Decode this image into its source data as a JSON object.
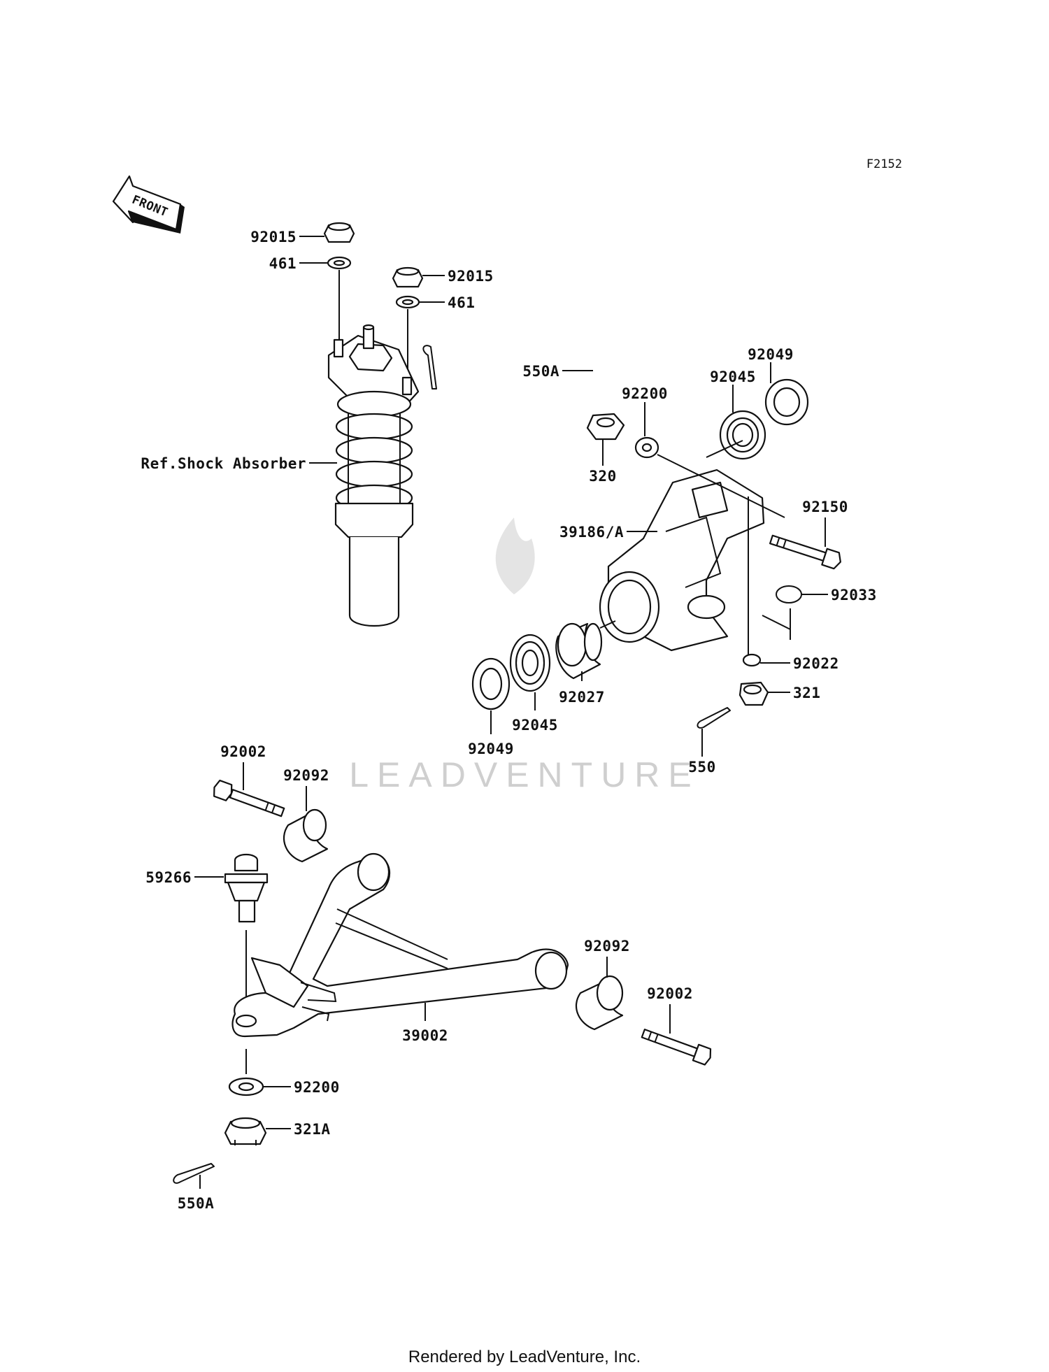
{
  "diagram_code": "F2152",
  "footer": "Rendered by LeadVenture, Inc.",
  "watermark": "LEADVENTURE",
  "front_label": "FRONT",
  "parts": [
    {
      "id": "p-92015-a",
      "label": "92015",
      "anchor": "end"
    },
    {
      "id": "p-461-a",
      "label": "461",
      "anchor": "end"
    },
    {
      "id": "p-92015-b",
      "label": "92015",
      "anchor": "start"
    },
    {
      "id": "p-461-b",
      "label": "461",
      "anchor": "start"
    },
    {
      "id": "p-ref-shock",
      "label": "Ref.Shock Absorber",
      "anchor": "end"
    },
    {
      "id": "p-550a-a",
      "label": "550A",
      "anchor": "end"
    },
    {
      "id": "p-92200-a",
      "label": "92200",
      "anchor": "middle"
    },
    {
      "id": "p-92045-a",
      "label": "92045",
      "anchor": "middle"
    },
    {
      "id": "p-92049-a",
      "label": "92049",
      "anchor": "middle"
    },
    {
      "id": "p-320",
      "label": "320",
      "anchor": "middle"
    },
    {
      "id": "p-92150",
      "label": "92150",
      "anchor": "middle"
    },
    {
      "id": "p-39186a",
      "label": "39186/A",
      "anchor": "end"
    },
    {
      "id": "p-92033",
      "label": "92033",
      "anchor": "start"
    },
    {
      "id": "p-92022",
      "label": "92022",
      "anchor": "start"
    },
    {
      "id": "p-321",
      "label": "321",
      "anchor": "start"
    },
    {
      "id": "p-92027",
      "label": "92027",
      "anchor": "middle"
    },
    {
      "id": "p-92045-b",
      "label": "92045",
      "anchor": "middle"
    },
    {
      "id": "p-92049-b",
      "label": "92049",
      "anchor": "middle"
    },
    {
      "id": "p-550",
      "label": "550",
      "anchor": "middle"
    },
    {
      "id": "p-92002-a",
      "label": "92002",
      "anchor": "middle"
    },
    {
      "id": "p-92092-a",
      "label": "92092",
      "anchor": "middle"
    },
    {
      "id": "p-59266",
      "label": "59266",
      "anchor": "end"
    },
    {
      "id": "p-92092-b",
      "label": "92092",
      "anchor": "middle"
    },
    {
      "id": "p-92002-b",
      "label": "92002",
      "anchor": "middle"
    },
    {
      "id": "p-39002",
      "label": "39002",
      "anchor": "middle"
    },
    {
      "id": "p-92200-b",
      "label": "92200",
      "anchor": "start"
    },
    {
      "id": "p-321a",
      "label": "321A",
      "anchor": "start"
    },
    {
      "id": "p-550a-b",
      "label": "550A",
      "anchor": "middle"
    }
  ]
}
